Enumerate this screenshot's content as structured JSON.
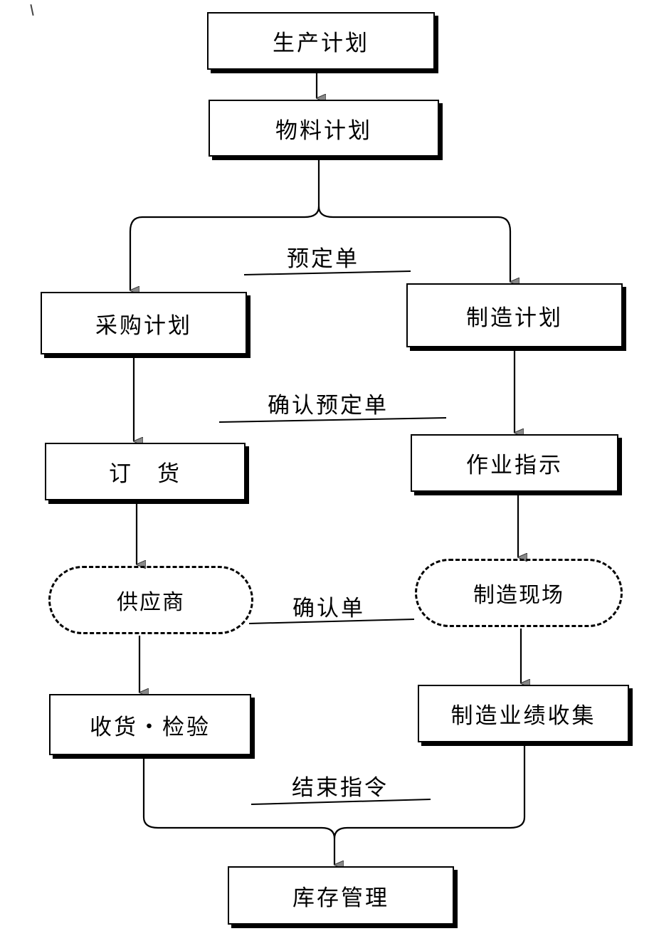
{
  "nodes": {
    "production_plan": "生产计划",
    "material_plan": "物料计划",
    "purchase_plan": "采购计划",
    "manufacturing_plan": "制造计划",
    "order": "订　货",
    "work_instruction": "作业指示",
    "receiving_inspection": "收货・检验",
    "manufacturing_results": "制造业绩收集",
    "inventory": "库存管理"
  },
  "external": {
    "supplier": "供应商",
    "shop_floor": "制造现场"
  },
  "labels": {
    "reservation": "预定单",
    "confirm_reservation": "确认预定单",
    "confirmation": "确认单",
    "close_order": "结束指令"
  }
}
